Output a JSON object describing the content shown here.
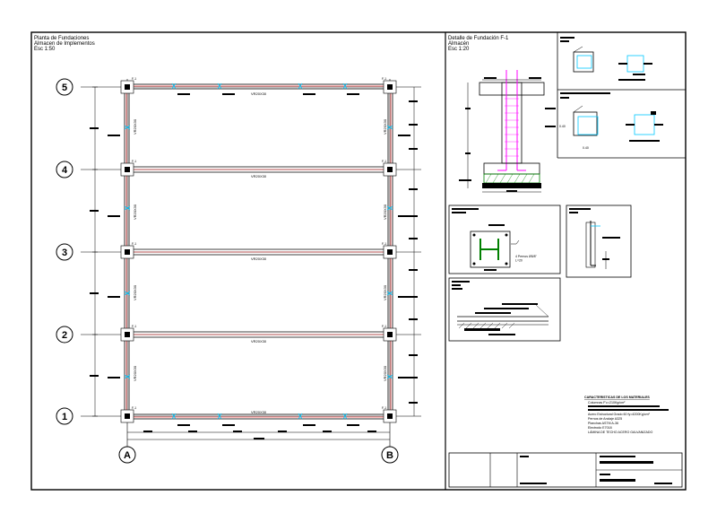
{
  "plan": {
    "title_lines": [
      "Planta de Fundaciones",
      "Almacen de Implementos",
      "Esc 1:50"
    ],
    "axis_rows": [
      "5",
      "4",
      "3",
      "2",
      "1"
    ],
    "axis_cols": [
      "A",
      "B"
    ],
    "beam_label": "VR20X30",
    "column_tag": "F-1"
  },
  "detail": {
    "title_lines": [
      "Detalle de Fundación F-1",
      "Almacén",
      "Esc 1:20"
    ]
  },
  "section_small": {
    "dim_label": "0.40"
  },
  "plate": {
    "bolts_note": [
      "4 Pernos Ø5/8\"",
      "L=20"
    ]
  },
  "materials": {
    "heading": "CARACTERISTICAS DE LOS MATERIALES",
    "items": [
      "Columnas F'c=210Kg/cm²",
      "",
      "Acero Estructural Grado 60 fy=4200Kg/cm²",
      "Pernos de Anclaje A325",
      "Planchas ASTM A-36",
      "Electrodo E7018",
      "LÁMINA DE TECHO ACERO GALVANIZADO"
    ]
  },
  "colors": {
    "line": "#000000",
    "rebar": "#ff00ff",
    "hatch": "#008000",
    "accent": "#00c8ff",
    "beam": "#ff0000"
  }
}
